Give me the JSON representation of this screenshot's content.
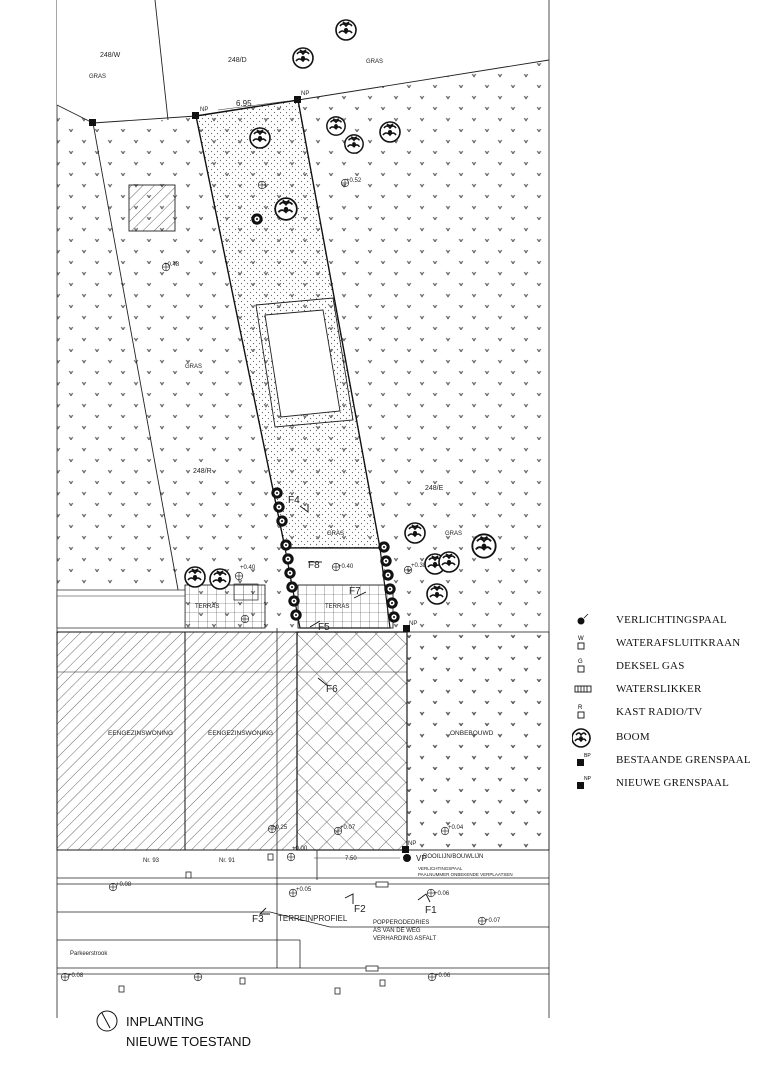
{
  "plan": {
    "parcels": {
      "p248w": "248/W",
      "p248d": "248/D",
      "p248r": "248/R",
      "p248e": "248/E"
    },
    "gras_labels": [
      "GRAS",
      "GRAS",
      "GRAS",
      "GRAS",
      "GRAS"
    ],
    "boundary_top": "6.95",
    "np": "NP",
    "vp": "VP",
    "houses": {
      "left": "EENGEZINSWONING",
      "right": "EENGEZINSWONING",
      "unbuilt": "ONBEBOUWD"
    },
    "terras": [
      "TERRAS",
      "TERRAS"
    ],
    "house_numbers": [
      "Nr. 93",
      "Nr. 91"
    ],
    "rooilijn": "ROOILIJN/BOUWLIJN",
    "width_bottom": "7.50",
    "levels": [
      "+0.52",
      "+0.48",
      "+0.40",
      "+0.40",
      "+0.38",
      "+0.25",
      "+0.07",
      "+0.04",
      "+0.06",
      "+0.07",
      "+0.08",
      "+0.08",
      "+0.06",
      "+0.05",
      "+0.00"
    ],
    "sections": [
      "F1",
      "F2",
      "F3",
      "F4",
      "F5",
      "F6",
      "F7",
      "F8"
    ],
    "terreinprofiel": "TERREINPROFIEL",
    "road": [
      "POPPERODEDRIES",
      "AS VAN DE WEG",
      "VERHARDING ASFALT"
    ],
    "parkeerstrook": "Parkeerstrook",
    "vp_note": [
      "VERLICHTINGSPAAL",
      "PAALNUMMER ONBEKENDE VERPLAATSEN"
    ]
  },
  "legend": {
    "items": [
      {
        "icon": "street-light-icon",
        "label": "VERLICHTINGSPAAL"
      },
      {
        "icon": "water-valve-icon",
        "label": "WATERAFSLUITKRAAN"
      },
      {
        "icon": "gas-cover-icon",
        "label": "DEKSEL GAS"
      },
      {
        "icon": "drain-grate-icon",
        "label": "WATERSLIKKER"
      },
      {
        "icon": "radio-tv-cabinet-icon",
        "label": "KAST RADIO/TV"
      },
      {
        "icon": "tree-icon",
        "label": "BOOM"
      },
      {
        "icon": "existing-boundary-post-icon",
        "label": "BESTAANDE GRENSPAAL"
      },
      {
        "icon": "new-boundary-post-icon",
        "label": "NIEUWE GRENSPAAL"
      }
    ]
  },
  "title": {
    "line1": "INPLANTING",
    "line2": "NIEUWE TOESTAND"
  }
}
